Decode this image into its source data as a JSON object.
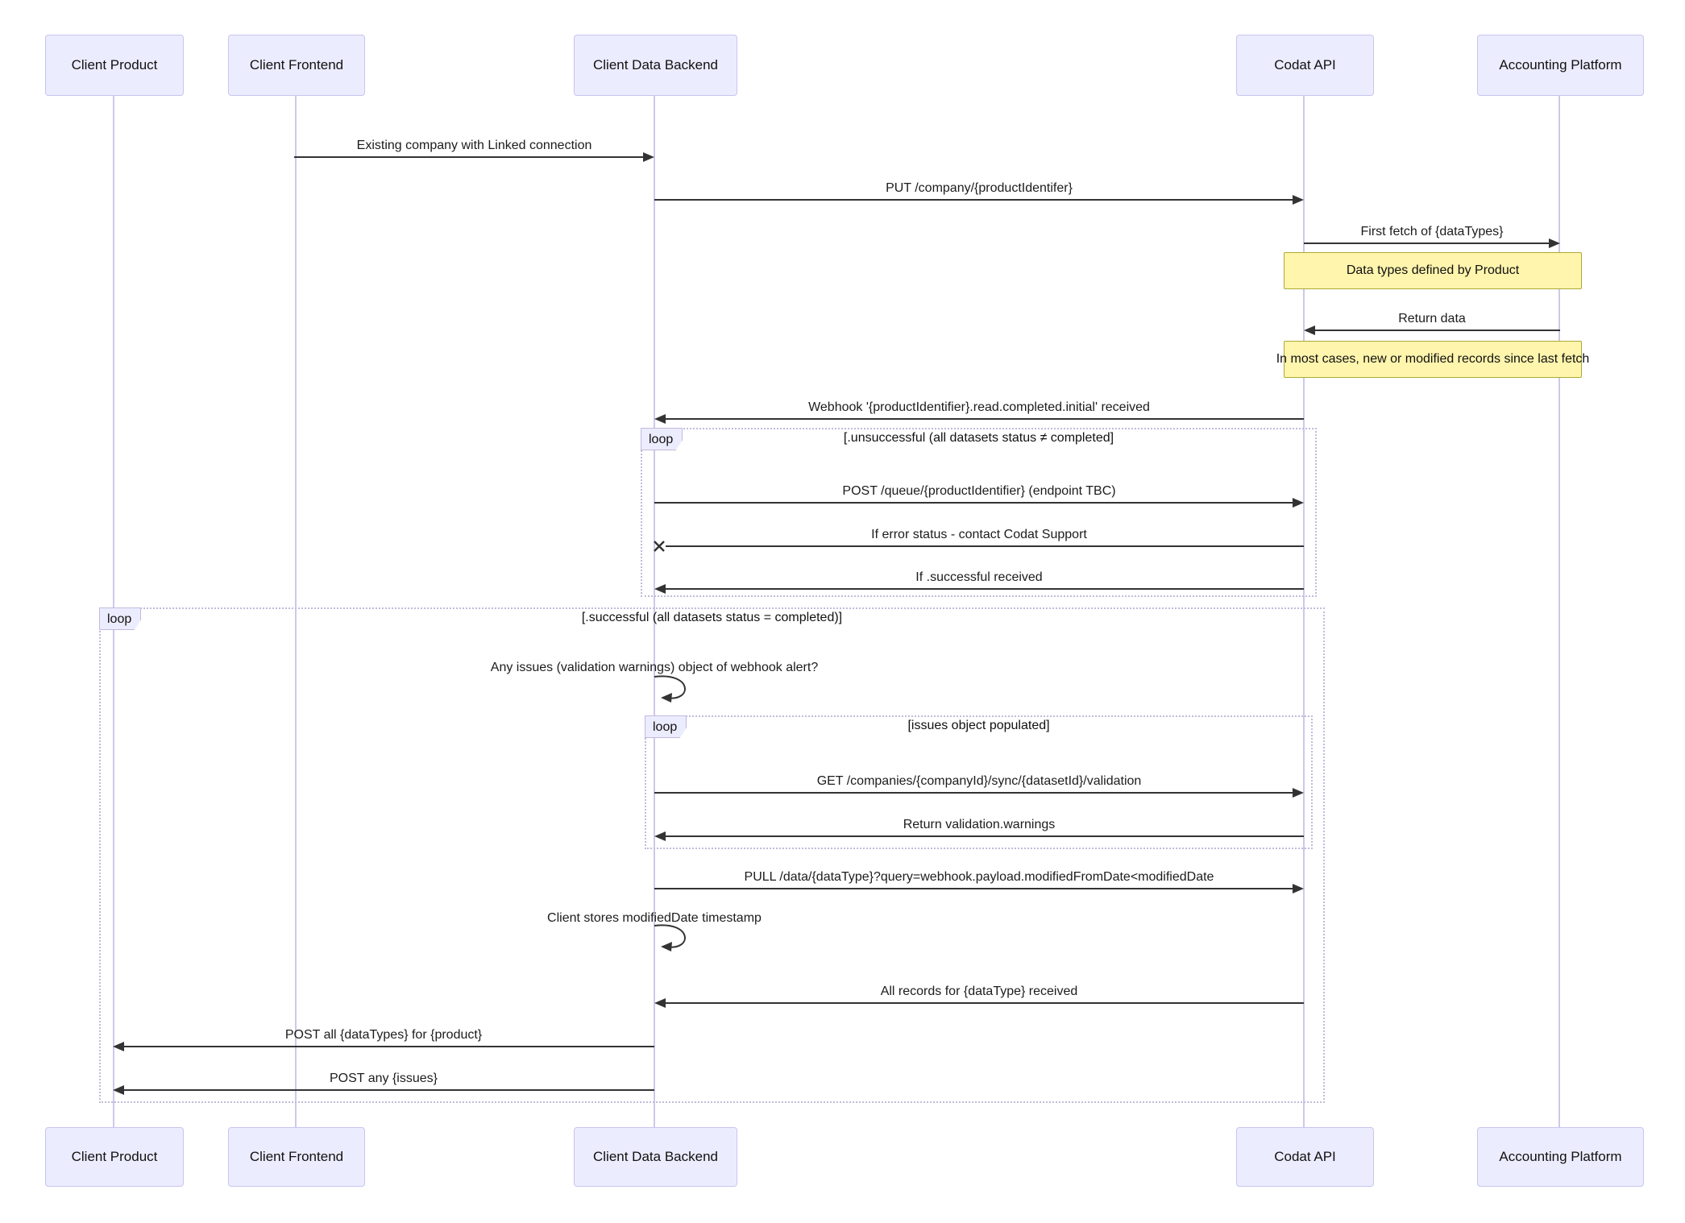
{
  "diagram": {
    "participants": [
      {
        "id": "client-product",
        "name": "Client Product"
      },
      {
        "id": "client-frontend",
        "name": "Client Frontend"
      },
      {
        "id": "client-data-backend",
        "name": "Client Data Backend"
      },
      {
        "id": "codat-api",
        "name": "Codat API"
      },
      {
        "id": "accounting-platform",
        "name": "Accounting Platform"
      }
    ],
    "messages": {
      "existing_company": "Existing company with Linked connection",
      "put_company": "PUT /company/{productIdentifer}",
      "first_fetch": "First fetch of {dataTypes}",
      "return_data": "Return data",
      "webhook_received": "Webhook '{productIdentifier}.read.completed.initial' received",
      "post_queue": "POST /queue/{productIdentifier} (endpoint TBC)",
      "if_error": "If error status - contact Codat Support",
      "if_successful": "If .successful received",
      "any_issues": "Any issues (validation warnings) object of webhook alert?",
      "get_validation": "GET /companies/{companyId}/sync/{datasetId}/validation",
      "return_warnings": "Return validation.warnings",
      "pull_data": "PULL /data/{dataType}?query=webhook.payload.modifiedFromDate<modifiedDate",
      "stores_timestamp": "Client stores modifiedDate timestamp",
      "all_records": "All records for {dataType} received",
      "post_all": "POST all {dataTypes} for {product}",
      "post_issues": "POST any {issues}"
    },
    "notes": {
      "data_types": "Data types defined by Product",
      "most_cases": "In most cases, new or modified records since last fetch"
    },
    "loops": {
      "unsuccessful": {
        "label": "loop",
        "condition": "[.unsuccessful (all datasets status ≠ completed]"
      },
      "successful": {
        "label": "loop",
        "condition": "[.successful (all datasets status = completed)]"
      },
      "issues": {
        "label": "loop",
        "condition": "[issues object populated]"
      }
    }
  },
  "colors": {
    "actor-fill": "#ececff",
    "actor-border": "#c8c5ee",
    "lifeline": "#cfc8e8",
    "line": "#333333",
    "note-fill": "#fff5ad",
    "note-border": "#aaaa33",
    "loop-border": "#c3badb",
    "label-fill": "#ececff"
  }
}
